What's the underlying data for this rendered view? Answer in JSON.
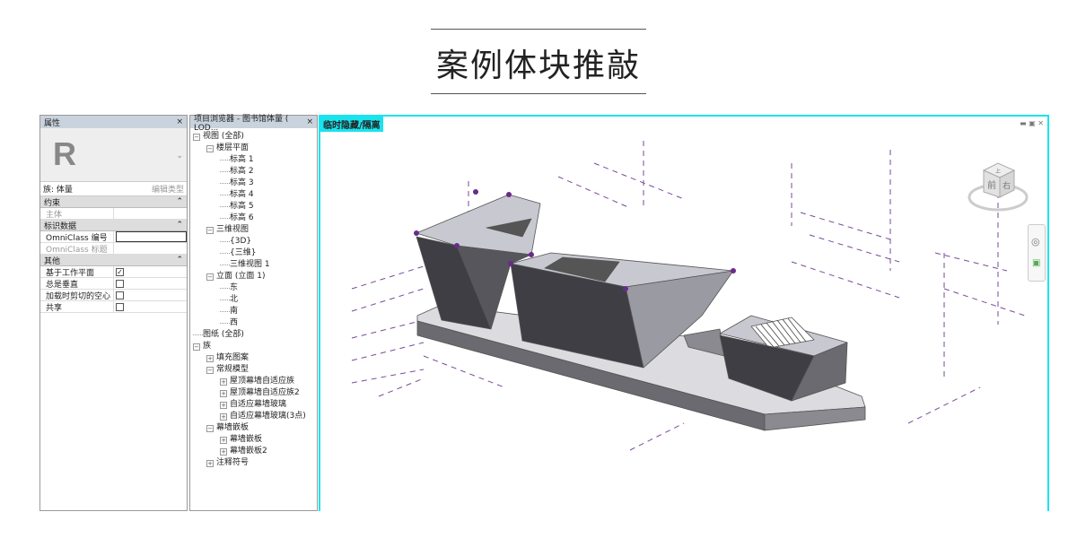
{
  "title": "案例体块推敲",
  "properties": {
    "header": "属性",
    "close": "×",
    "family": "族: 体量",
    "edit_type": "编辑类型",
    "sections": [
      {
        "name": "约束",
        "rows": [
          {
            "label": "主体",
            "value": ""
          }
        ]
      },
      {
        "name": "标识数据",
        "rows": [
          {
            "label": "OmniClass 编号",
            "value": ""
          },
          {
            "label": "OmniClass 标题",
            "value": ""
          }
        ]
      },
      {
        "name": "其他",
        "rows": [
          {
            "label": "基于工作平面",
            "checked": true
          },
          {
            "label": "总是垂直",
            "checked": false
          },
          {
            "label": "加载时剪切的空心",
            "checked": false
          },
          {
            "label": "共享",
            "checked": false
          }
        ]
      }
    ]
  },
  "browser": {
    "header": "项目浏览器 - 图书馆体量 ( LOD...",
    "close": "×",
    "items": [
      {
        "label": "视图 (全部)",
        "level": 0,
        "ex": "−"
      },
      {
        "label": "楼层平面",
        "level": 1,
        "ex": "−"
      },
      {
        "label": "标高 1",
        "level": 2
      },
      {
        "label": "标高 2",
        "level": 2
      },
      {
        "label": "标高 3",
        "level": 2
      },
      {
        "label": "标高 4",
        "level": 2
      },
      {
        "label": "标高 5",
        "level": 2
      },
      {
        "label": "标高 6",
        "level": 2
      },
      {
        "label": "三维视图",
        "level": 1,
        "ex": "−"
      },
      {
        "label": "{3D}",
        "level": 2
      },
      {
        "label": "{三维}",
        "level": 2
      },
      {
        "label": "三维视图 1",
        "level": 2
      },
      {
        "label": "立面 (立面 1)",
        "level": 1,
        "ex": "−"
      },
      {
        "label": "东",
        "level": 2
      },
      {
        "label": "北",
        "level": 2
      },
      {
        "label": "南",
        "level": 2
      },
      {
        "label": "西",
        "level": 2
      },
      {
        "label": "图纸 (全部)",
        "level": 0
      },
      {
        "label": "族",
        "level": 0,
        "ex": "−"
      },
      {
        "label": "填充图案",
        "level": 1,
        "ex": "+"
      },
      {
        "label": "常规模型",
        "level": 1,
        "ex": "−"
      },
      {
        "label": "屋顶幕墙自适应族",
        "level": 2,
        "ex": "+"
      },
      {
        "label": "屋顶幕墙自适应族2",
        "level": 2,
        "ex": "+"
      },
      {
        "label": "自适应幕墙玻璃",
        "level": 2,
        "ex": "+"
      },
      {
        "label": "自适应幕墙玻璃(3点)",
        "level": 2,
        "ex": "+"
      },
      {
        "label": "幕墙嵌板",
        "level": 1,
        "ex": "−"
      },
      {
        "label": "幕墙嵌板",
        "level": 2,
        "ex": "+"
      },
      {
        "label": "幕墙嵌板2",
        "level": 2,
        "ex": "+"
      },
      {
        "label": "注释符号",
        "level": 1,
        "ex": "+"
      }
    ]
  },
  "viewport": {
    "label": "临时隐藏/隔离",
    "viewcube": {
      "front": "前",
      "right": "右",
      "top": "上"
    },
    "accent": "#19e4ee"
  }
}
